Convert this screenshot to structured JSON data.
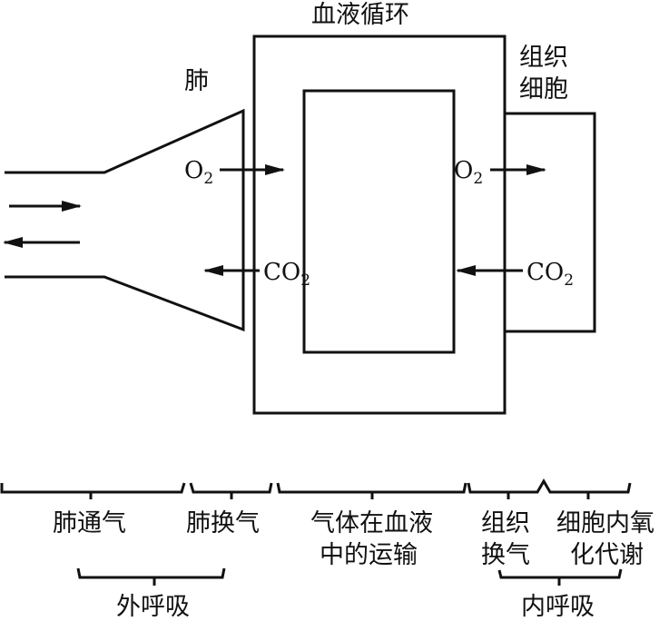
{
  "labels": {
    "blood_circulation": "血液循环",
    "lung": "肺",
    "tissue_cell_1": "组织",
    "tissue_cell_2": "细胞",
    "o2": "O",
    "co2": "CO",
    "sub2": "2"
  },
  "stages": {
    "pulmonary_ventilation": "肺通气",
    "pulmonary_exchange": "肺换气",
    "transport_1": "气体在血液",
    "transport_2": "中的运输",
    "tissue_exchange_1": "组织",
    "tissue_exchange_2": "换气",
    "cell_metabolism_1": "细胞内氧",
    "cell_metabolism_2": "化代谢"
  },
  "groups": {
    "external_respiration": "外呼吸",
    "internal_respiration": "内呼吸"
  }
}
